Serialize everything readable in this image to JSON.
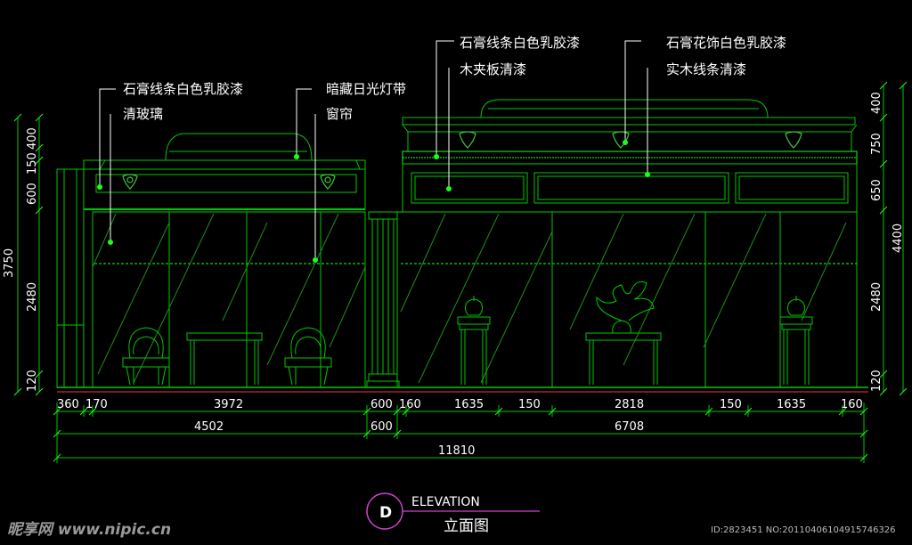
{
  "colors": {
    "background": "#000000",
    "line_green": "#00c800",
    "bright_green": "#1aff1a",
    "dim_green": "#1e8f1e",
    "ornament_green": "#3fc83f",
    "label_white": "#ffffff",
    "title_ring": "#cc44cc",
    "dimension_white": "#ffffff"
  },
  "annotations": {
    "left_top_1": "石膏线条白色乳胶漆",
    "left_top_2": "清玻璃",
    "mid_top_1": "暗藏日光灯带",
    "mid_top_2": "窗帘",
    "right_top_1": "石膏线条白色乳胶漆",
    "right_top_2": "木夹板清漆",
    "far_right_1": "石膏花饰白色乳胶漆",
    "far_right_2": "实木线条清漆"
  },
  "dimensions": {
    "bottom_row_1": [
      "360",
      "170",
      "3972",
      "600",
      "160",
      "1635",
      "150",
      "2818",
      "150",
      "1635",
      "160"
    ],
    "bottom_row_2": [
      "4502",
      "600",
      "6708"
    ],
    "bottom_total": "11810",
    "left_small": [
      "120",
      "2480",
      "600",
      "150",
      "400"
    ],
    "left_total": "3750",
    "right_small": [
      "120",
      "2480",
      "650",
      "750",
      "400"
    ],
    "right_total": "4400"
  },
  "title": {
    "marker": "D",
    "english": "ELEVATION",
    "chinese": "立面图"
  },
  "watermark": {
    "logo": "昵享网 www.nipic.cn",
    "id_text": "ID:2823451 NO:20110406104915746326"
  }
}
